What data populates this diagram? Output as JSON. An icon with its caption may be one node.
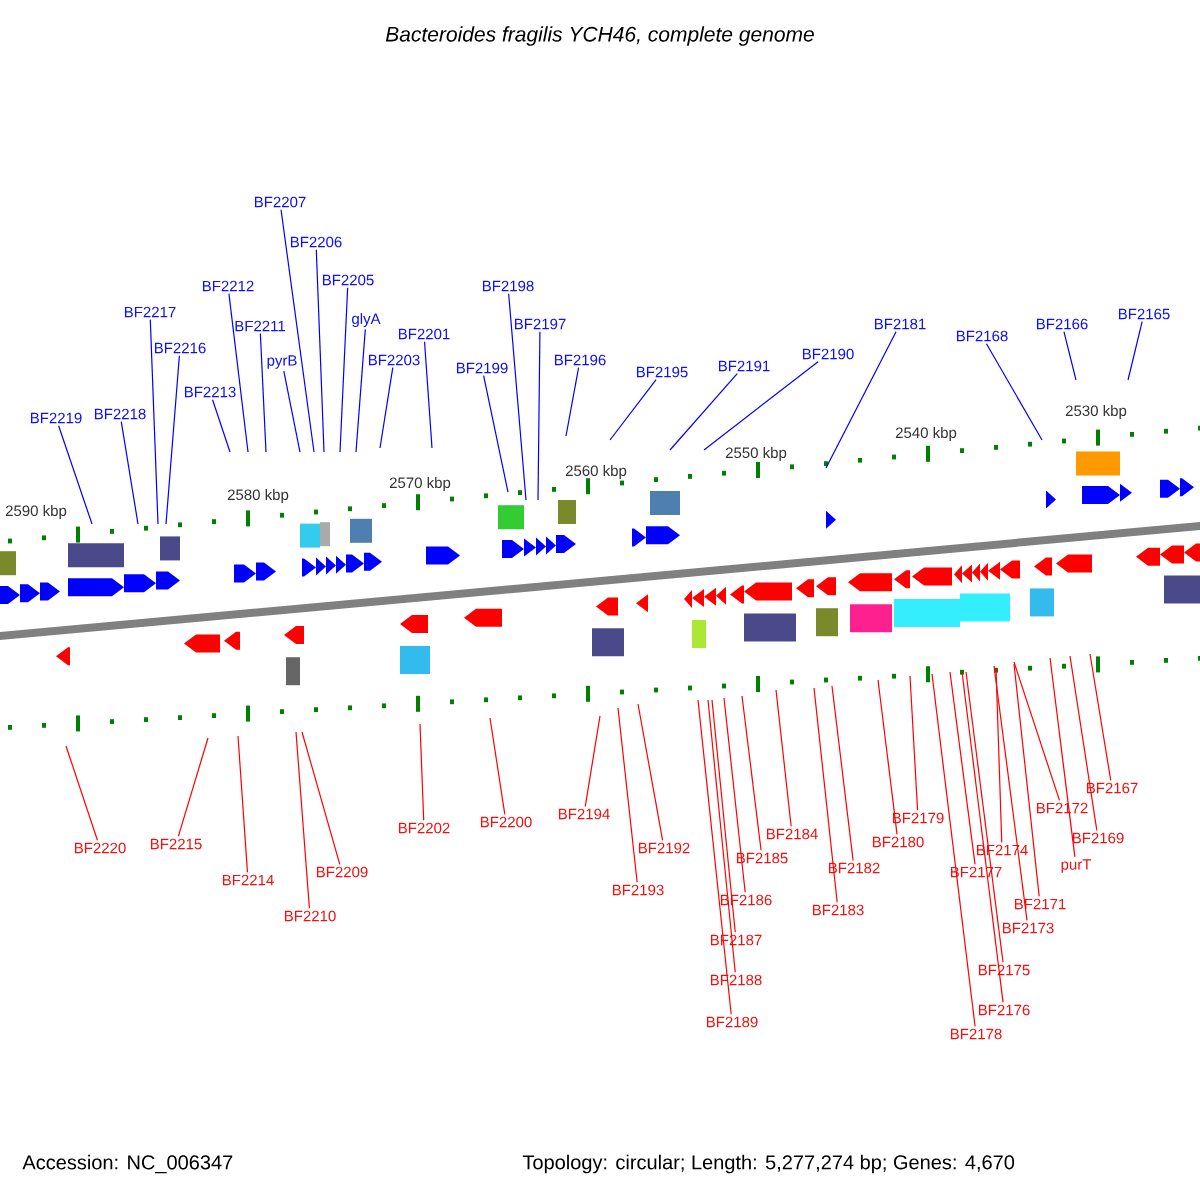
{
  "diagram": {
    "title": "Bacteroides fragilis YCH46, complete genome",
    "nodes": [
      {
        "text": [
          "BF2219"
        ]
      },
      {
        "text": [
          "BF2218"
        ]
      },
      {
        "text": [
          "BF2217"
        ]
      },
      {
        "text": [
          "BF2216"
        ]
      },
      {
        "text": [
          "BF2213"
        ]
      },
      {
        "text": [
          "BF2212"
        ]
      },
      {
        "text": [
          "BF2211"
        ]
      },
      {
        "text": [
          "pyrB"
        ]
      },
      {
        "text": [
          "BF2207"
        ]
      },
      {
        "text": [
          "BF2206"
        ]
      },
      {
        "text": [
          "BF2205"
        ]
      },
      {
        "text": [
          "glyA"
        ]
      },
      {
        "text": [
          "BF2203"
        ]
      },
      {
        "text": [
          "BF2201"
        ]
      },
      {
        "text": [
          "BF2198"
        ]
      },
      {
        "text": [
          "BF2197"
        ]
      },
      {
        "text": [
          "BF2199"
        ]
      },
      {
        "text": [
          "BF2196"
        ]
      },
      {
        "text": [
          "BF2195"
        ]
      },
      {
        "text": [
          "BF2191"
        ]
      },
      {
        "text": [
          "BF2190"
        ]
      },
      {
        "text": [
          "BF2181"
        ]
      },
      {
        "text": [
          "BF2168"
        ]
      },
      {
        "text": [
          "BF2166"
        ]
      },
      {
        "text": [
          "BF2165"
        ]
      },
      {
        "text": [
          "BF2220"
        ]
      },
      {
        "text": [
          "BF2215"
        ]
      },
      {
        "text": [
          "BF2214"
        ]
      },
      {
        "text": [
          "BF2210"
        ]
      },
      {
        "text": [
          "BF2209"
        ]
      },
      {
        "text": [
          "BF2202"
        ]
      },
      {
        "text": [
          "BF2200"
        ]
      },
      {
        "text": [
          "BF2194"
        ]
      },
      {
        "text": [
          "BF2192"
        ]
      },
      {
        "text": [
          "BF2193"
        ]
      },
      {
        "text": [
          "BF2184"
        ]
      },
      {
        "text": [
          "BF2185"
        ]
      },
      {
        "text": [
          "BF2186"
        ]
      },
      {
        "text": [
          "BF2187"
        ]
      },
      {
        "text": [
          "BF2188"
        ]
      },
      {
        "text": [
          "BF2189"
        ]
      },
      {
        "text": [
          "BF2182"
        ]
      },
      {
        "text": [
          "BF2183"
        ]
      },
      {
        "text": [
          "BF2180"
        ]
      },
      {
        "text": [
          "BF2179"
        ]
      },
      {
        "text": [
          "BF2172"
        ]
      },
      {
        "text": [
          "BF2174"
        ]
      },
      {
        "text": [
          "BF2177"
        ]
      },
      {
        "text": [
          "BF2171"
        ]
      },
      {
        "text": [
          "BF2173"
        ]
      },
      {
        "text": [
          "BF2175"
        ]
      },
      {
        "text": [
          "BF2176"
        ]
      },
      {
        "text": [
          "BF2178"
        ]
      },
      {
        "text": [
          "BF2167"
        ]
      },
      {
        "text": [
          "BF2169"
        ]
      },
      {
        "text": [
          "purT"
        ]
      }
    ],
    "edges": [
      {
        "from": 0,
        "to": null,
        "arrow": "none",
        "color": "#0000ff"
      },
      {
        "from": 1,
        "to": null,
        "arrow": "none",
        "color": "#0000ff"
      },
      {
        "from": 2,
        "to": null,
        "arrow": "none",
        "color": "#0000ff"
      },
      {
        "from": 3,
        "to": null,
        "arrow": "none",
        "color": "#0000ff"
      },
      {
        "from": 4,
        "to": null,
        "arrow": "none",
        "color": "#0000ff"
      },
      {
        "from": 5,
        "to": null,
        "arrow": "none",
        "color": "#0000ff"
      },
      {
        "from": 6,
        "to": null,
        "arrow": "none",
        "color": "#0000ff"
      },
      {
        "from": 7,
        "to": null,
        "arrow": "none",
        "color": "#0000ff"
      },
      {
        "from": 8,
        "to": null,
        "arrow": "none",
        "color": "#0000ff"
      },
      {
        "from": 9,
        "to": null,
        "arrow": "none",
        "color": "#0000ff"
      },
      {
        "from": 10,
        "to": null,
        "arrow": "none",
        "color": "#0000ff"
      },
      {
        "from": 11,
        "to": null,
        "arrow": "none",
        "color": "#0000ff"
      },
      {
        "from": 12,
        "to": null,
        "arrow": "none",
        "color": "#0000ff"
      },
      {
        "from": 13,
        "to": null,
        "arrow": "none",
        "color": "#0000ff"
      },
      {
        "from": 14,
        "to": null,
        "arrow": "none",
        "color": "#0000ff"
      },
      {
        "from": 15,
        "to": null,
        "arrow": "none",
        "color": "#0000ff"
      },
      {
        "from": 16,
        "to": null,
        "arrow": "none",
        "color": "#0000ff"
      },
      {
        "from": 17,
        "to": null,
        "arrow": "none",
        "color": "#0000ff"
      },
      {
        "from": 18,
        "to": null,
        "arrow": "none",
        "color": "#0000ff"
      },
      {
        "from": 19,
        "to": null,
        "arrow": "none",
        "color": "#0000ff"
      },
      {
        "from": 20,
        "to": null,
        "arrow": "none",
        "color": "#0000ff"
      },
      {
        "from": 21,
        "to": null,
        "arrow": "none",
        "color": "#0000ff"
      },
      {
        "from": 22,
        "to": null,
        "arrow": "none",
        "color": "#0000ff"
      },
      {
        "from": 23,
        "to": null,
        "arrow": "none",
        "color": "#0000ff"
      },
      {
        "from": 24,
        "to": null,
        "arrow": "none",
        "color": "#0000ff"
      },
      {
        "from": 25,
        "to": null,
        "arrow": "none"
      },
      {
        "from": 26,
        "to": null,
        "arrow": "none"
      },
      {
        "from": 27,
        "to": null,
        "arrow": "none"
      },
      {
        "from": 28,
        "to": null,
        "arrow": "none"
      },
      {
        "from": 29,
        "to": null,
        "arrow": "none"
      },
      {
        "from": 30,
        "to": null,
        "arrow": "none"
      },
      {
        "from": 31,
        "to": null,
        "arrow": "none"
      },
      {
        "from": 32,
        "to": null,
        "arrow": "none"
      },
      {
        "from": 33,
        "to": null,
        "arrow": "none"
      },
      {
        "from": 34,
        "to": null,
        "arrow": "none"
      },
      {
        "from": 35,
        "to": null,
        "arrow": "none"
      },
      {
        "from": 36,
        "to": null,
        "arrow": "none"
      },
      {
        "from": 37,
        "to": null,
        "arrow": "none"
      },
      {
        "from": 38,
        "to": null,
        "arrow": "none"
      },
      {
        "from": 39,
        "to": null,
        "arrow": "none"
      },
      {
        "from": 40,
        "to": null,
        "arrow": "none"
      },
      {
        "from": 41,
        "to": null,
        "arrow": "none"
      },
      {
        "from": 42,
        "to": null,
        "arrow": "none"
      },
      {
        "from": 43,
        "to": null,
        "arrow": "none"
      },
      {
        "from": 44,
        "to": null,
        "arrow": "none"
      },
      {
        "from": 45,
        "to": null,
        "arrow": "none"
      },
      {
        "from": 46,
        "to": null,
        "arrow": "none"
      },
      {
        "from": 47,
        "to": null,
        "arrow": "none"
      },
      {
        "from": 48,
        "to": null,
        "arrow": "none"
      },
      {
        "from": 49,
        "to": null,
        "arrow": "none"
      },
      {
        "from": 50,
        "to": null,
        "arrow": "none"
      },
      {
        "from": 51,
        "to": null,
        "arrow": "none"
      },
      {
        "from": 52,
        "to": null,
        "arrow": "none"
      },
      {
        "from": 53,
        "to": null,
        "arrow": "none"
      },
      {
        "from": 54,
        "to": null,
        "arrow": "none"
      },
      {
        "from": 55,
        "to": null,
        "arrow": "none"
      }
    ],
    "labels": [
      "2590 kbp",
      "2580 kbp",
      "2570 kbp",
      "2560 kbp",
      "2550 kbp",
      "2540 kbp",
      "2530 kbp",
      "Accession: NC_006347",
      "Topology: circular; Length: 5,277,274 bp; Genes: 4,670"
    ]
  }
}
